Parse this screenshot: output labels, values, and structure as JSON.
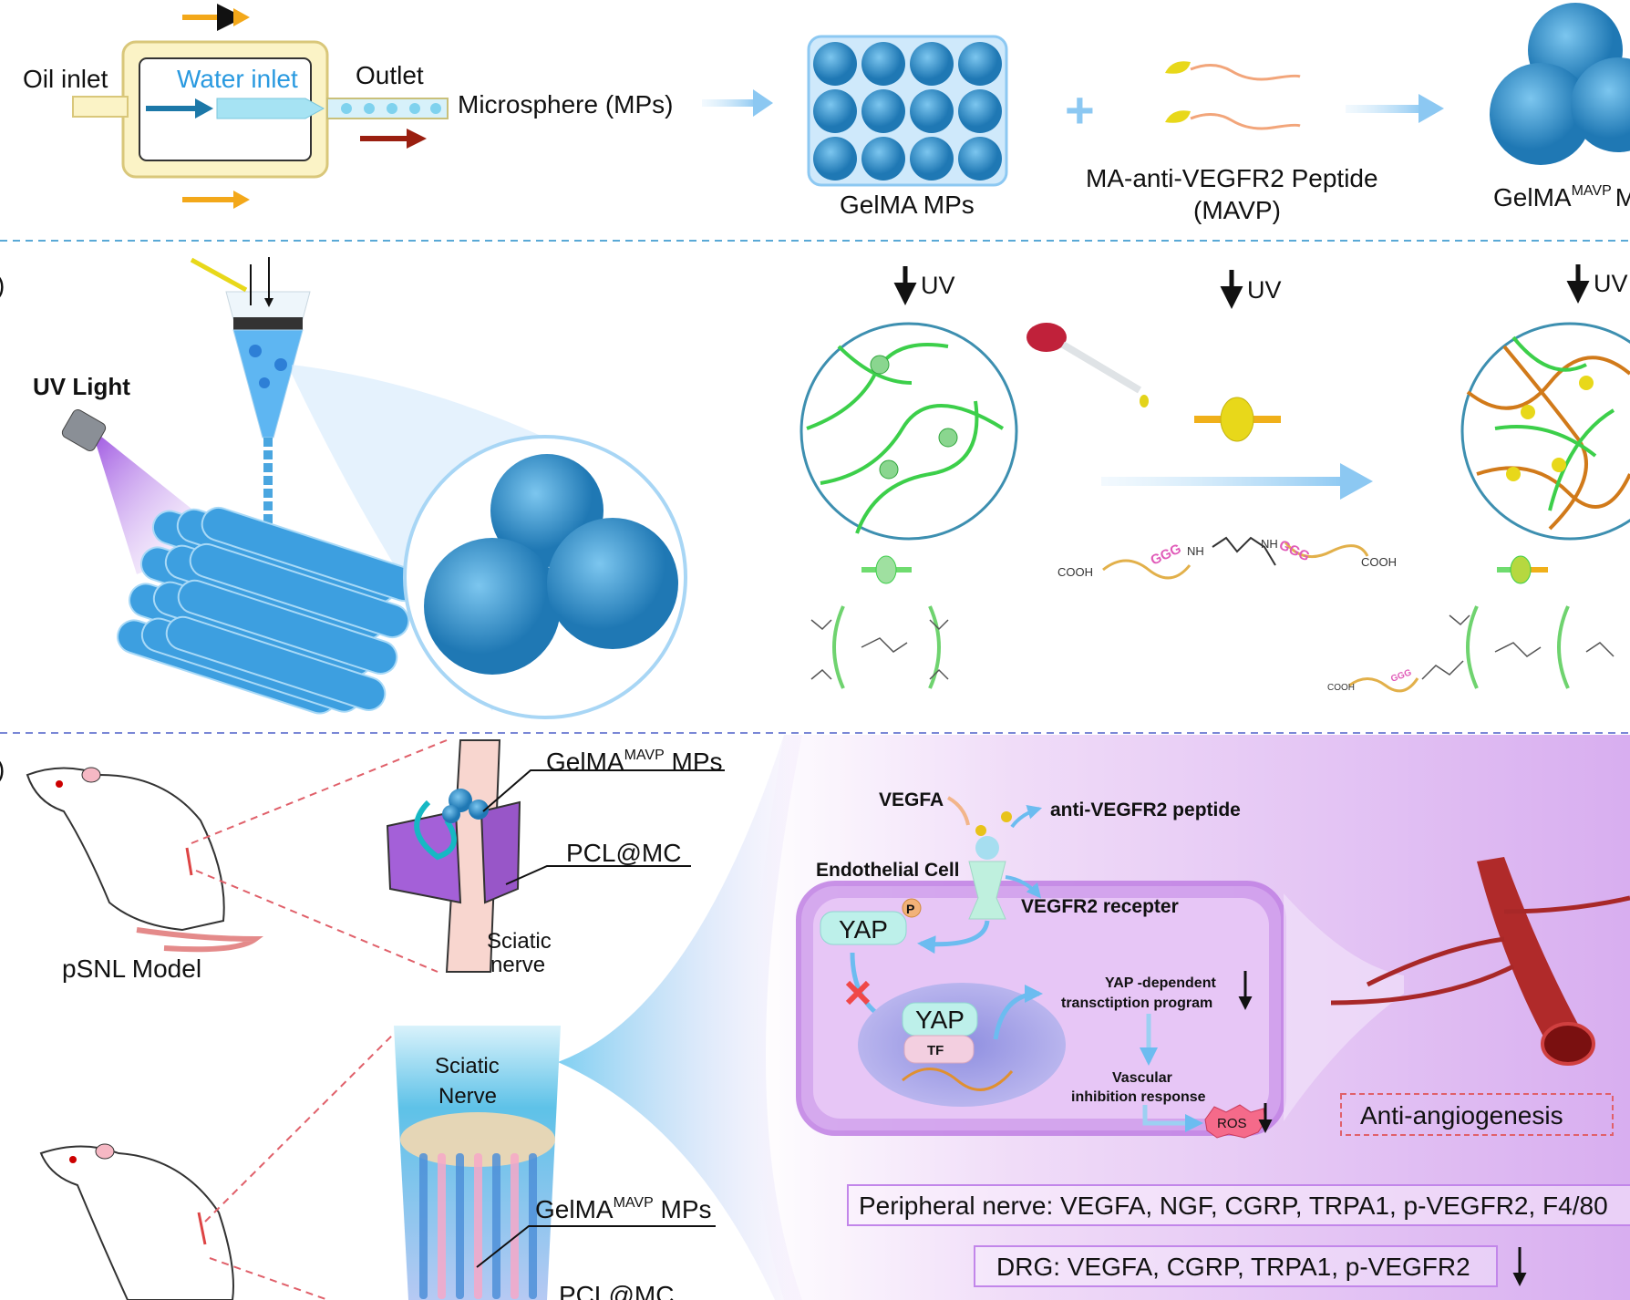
{
  "panel_a": {
    "oil_inlet": "Oil inlet",
    "water_inlet": "Water inlet",
    "outlet": "Outlet",
    "microsphere": "Microsphere (MPs)",
    "gelma_mps": "GelMA MPs",
    "plus": "+",
    "peptide_line1": "MA-anti-VEGFR2 Peptide",
    "peptide_line2": "(MAVP)",
    "product_base": "GelMA",
    "product_sup": "MAVP",
    "product_tail": "M"
  },
  "panel_b": {
    "panel_label": ")",
    "uv_light": "UV Light",
    "uv_1": "UV",
    "uv_2": "UV",
    "uv_3": "UV",
    "cooh_left": "COOH",
    "ggg_left": "GGG",
    "nh_left": "NH",
    "nh_right": "NH",
    "ggg_right": "GGG",
    "cooh_right": "COOH",
    "cooh_small": "COOH",
    "ggg_small": "GGG"
  },
  "panel_c": {
    "panel_label": ")",
    "model_label": "pSNL Model",
    "mps_base": "GelMA",
    "mps_sup": "MAVP",
    "mps_tail": " MPs",
    "pcl_label": "PCL@MC",
    "sciatic_line1": "Sciatic",
    "sciatic_line2": "nerve",
    "cone_line1": "Sciatic",
    "cone_line2": "Nerve",
    "mps2_base": "GelMA",
    "mps2_sup": "MAVP",
    "mps2_tail": " MPs",
    "pcl2_label": "PCL@MC",
    "vegfa": "VEGFA",
    "anti_peptide": "anti-VEGFR2 peptide",
    "endothelial": "Endothelial Cell",
    "vegfr2": "VEGFR2 recepter",
    "yap": "YAP",
    "phospho": "P",
    "yap_nucleus": "YAP",
    "tf": "TF",
    "yap_dep_line1": "YAP -dependent",
    "yap_dep_line2": "transctiption program",
    "vascular_line1": "Vascular",
    "vascular_line2": "inhibition response",
    "ros": "ROS",
    "anti_angiogenesis": "Anti-angiogenesis",
    "peripheral": "Peripheral nerve: VEGFA, NGF, CGRP, TRPA1, p-VEGFR2, F4/80",
    "drg": "DRG: VEGFA, CGRP, TRPA1, p-VEGFR2"
  },
  "colors": {
    "divider": "#5aa9d6",
    "microsphere_blue": "#3a9fd8",
    "flow_arrow": "#9fd2f5",
    "network_green": "#3ccf4a",
    "peptide_orange": "#e8a85a",
    "purple_bg": "#dcb6f2",
    "cell_purple": "#c58be6",
    "red_dashed": "#e0606a"
  }
}
